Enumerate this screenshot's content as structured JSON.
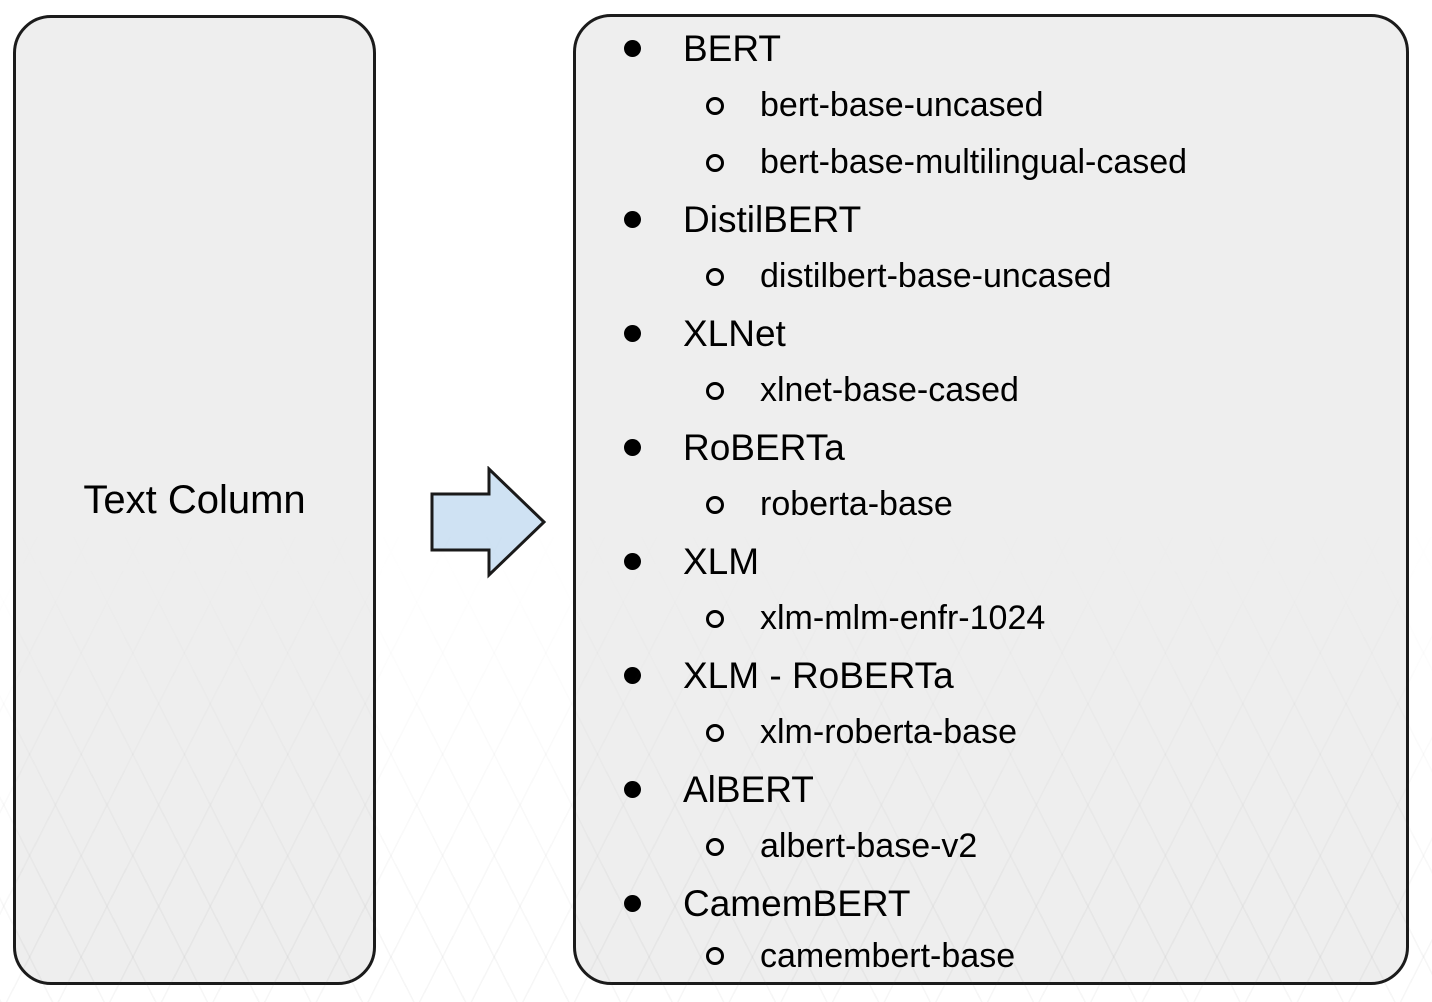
{
  "diagram": {
    "source_box": {
      "label": "Text Column"
    },
    "arrow": {
      "direction": "right",
      "fill": "#cfe2f3",
      "stroke": "#1a1a1a"
    },
    "models_box": {
      "items": [
        {
          "label": "BERT",
          "children": [
            "bert-base-uncased",
            "bert-base-multilingual-cased"
          ]
        },
        {
          "label": "DistilBERT",
          "children": [
            "distilbert-base-uncased"
          ]
        },
        {
          "label": "XLNet",
          "children": [
            "xlnet-base-cased"
          ]
        },
        {
          "label": "RoBERTa",
          "children": [
            "roberta-base"
          ]
        },
        {
          "label": "XLM",
          "children": [
            "xlm-mlm-enfr-1024"
          ]
        },
        {
          "label": "XLM - RoBERTa",
          "children": [
            "xlm-roberta-base"
          ]
        },
        {
          "label": "AlBERT",
          "children": [
            "albert-base-v2"
          ]
        },
        {
          "label": "CamemBERT",
          "children": [
            "camembert-base"
          ]
        }
      ]
    },
    "colors": {
      "background": "#ffffff",
      "box_fill": "#eeeeee",
      "box_border": "#1b1b1b",
      "text": "#000000",
      "arrow_fill": "#cfe2f3",
      "arrow_stroke": "#1a1a1a"
    }
  }
}
